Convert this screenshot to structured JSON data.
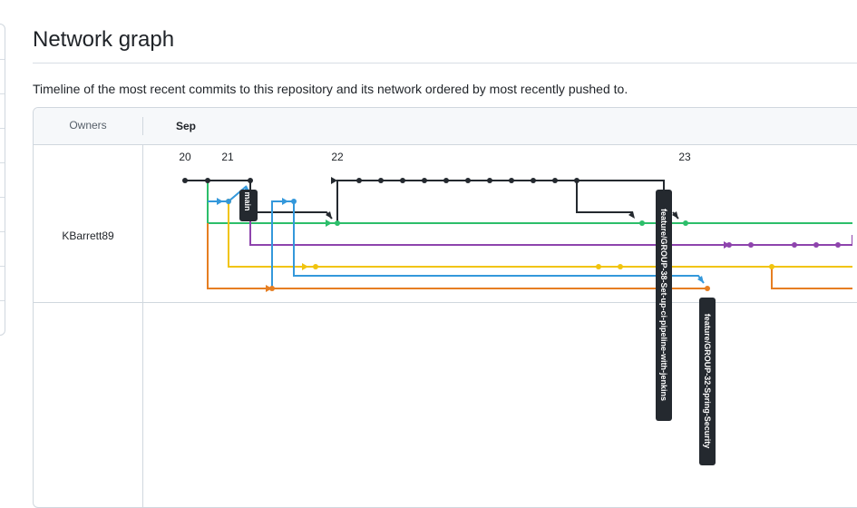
{
  "page": {
    "title": "Network graph",
    "description": "Timeline of the most recent commits to this repository and its network ordered by most recently pushed to."
  },
  "graph": {
    "owners_header": "Owners",
    "month": "Sep",
    "owner": "KBarrett89",
    "days": [
      "20",
      "21",
      "22",
      "23"
    ],
    "branch_labels": {
      "main": "main",
      "ci": "feature/GROUP-38-Set-up-ci-pipeline-with-jenkins",
      "security": "feature/GROUP-32-Spring-Security"
    },
    "colors": {
      "black": "#24292f",
      "green": "#2cbe6a",
      "purple": "#8e44ad",
      "yellow": "#f1c40f",
      "blue": "#3498db",
      "orange": "#e67e22",
      "label_bg": "#24292f"
    }
  }
}
